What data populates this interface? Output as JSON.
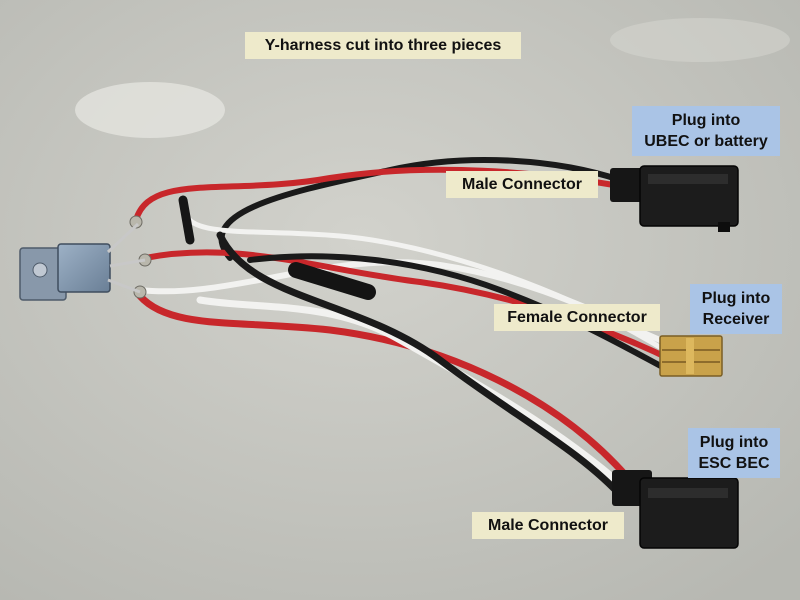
{
  "title": "Y-harness cut into three pieces",
  "callouts": {
    "top_male": "Male Connector",
    "female": "Female Connector",
    "bottom_male": "Male Connector"
  },
  "destinations": {
    "ubec": [
      "Plug into",
      "UBEC or battery"
    ],
    "receiver": [
      "Plug into",
      "Receiver"
    ],
    "esc": [
      "Plug into",
      "ESC BEC"
    ]
  },
  "colors": {
    "background": "#c8c8c2",
    "callout_bg": "#eeeacb",
    "destination_bg": "#aac4e6",
    "wire_red": "#c8272b",
    "wire_white": "#f2f2f0",
    "wire_black": "#1a1a1a",
    "pins": "#c9a24a"
  },
  "icons": {
    "regulator": "voltage-regulator-icon",
    "connector": "servo-connector-icon"
  }
}
